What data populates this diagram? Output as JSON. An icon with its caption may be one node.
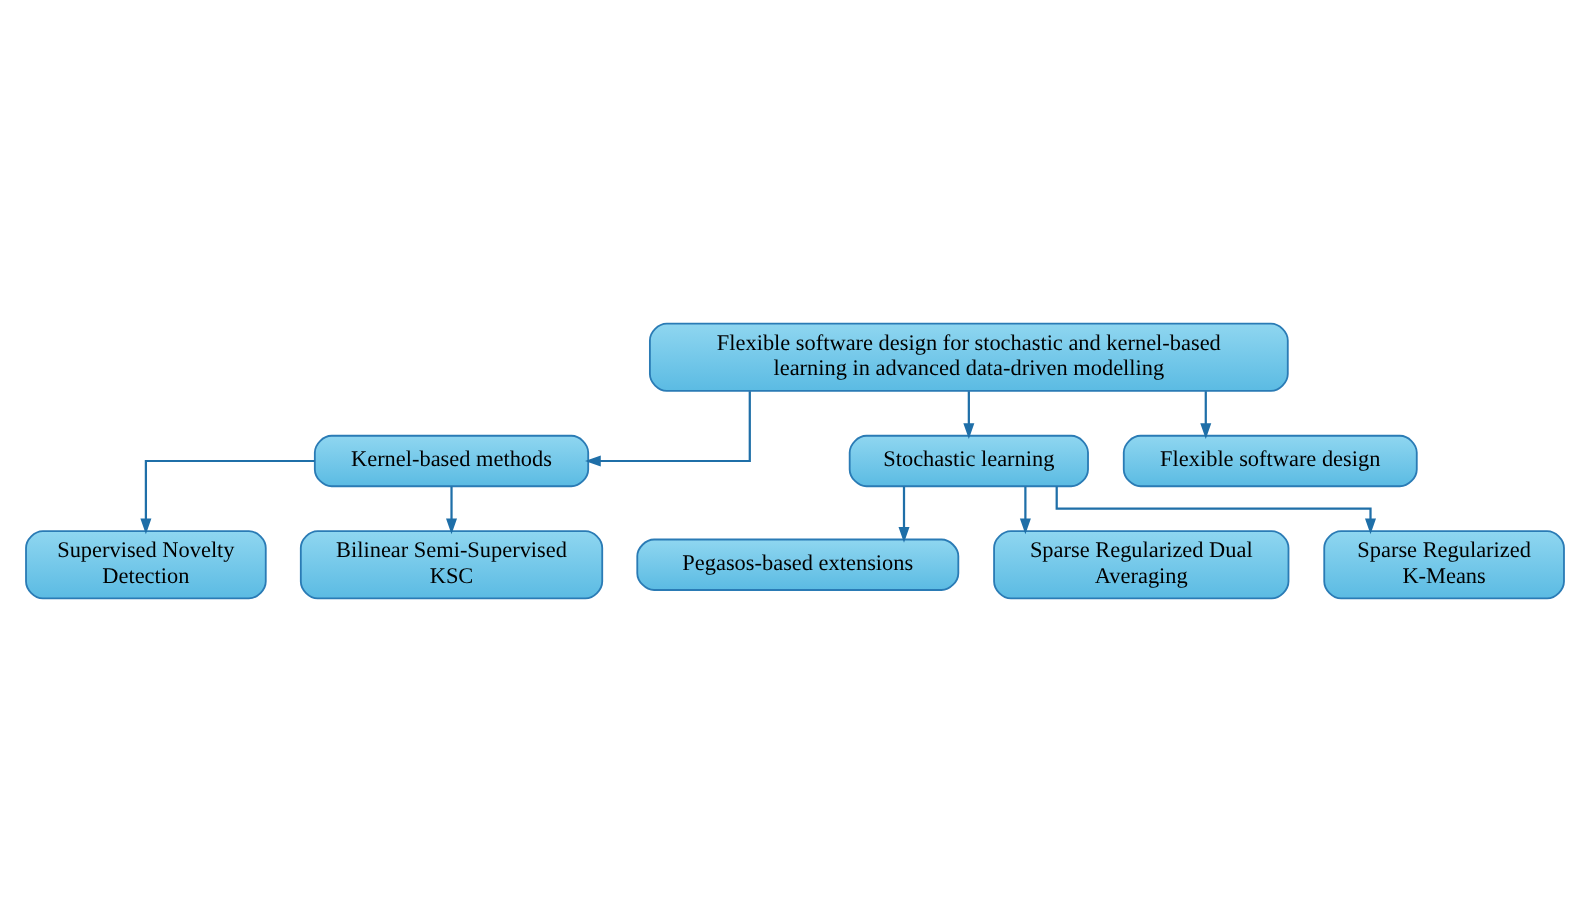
{
  "diagram": {
    "nodes": [
      {
        "text": [
          "Flexible software design for stochastic and kernel-based learning in advanced data-driven modelling"
        ]
      },
      {
        "text": [
          "Kernel-based methods"
        ]
      },
      {
        "text": [
          "Stochastic learning"
        ]
      },
      {
        "text": [
          "Flexible software design"
        ]
      },
      {
        "text": [
          "Supervised Novelty Detection"
        ]
      },
      {
        "text": [
          "Bilinear Semi-Supervised KSC"
        ]
      },
      {
        "text": [
          "Pegasos-based extensions"
        ]
      },
      {
        "text": [
          "Sparse Regularized Dual Averaging"
        ]
      },
      {
        "text": [
          "Sparse Regularized K-Means"
        ]
      }
    ],
    "edges": [
      {
        "from": 0,
        "to": 1,
        "arrow": "to"
      },
      {
        "from": 0,
        "to": 2,
        "arrow": "to"
      },
      {
        "from": 0,
        "to": 3,
        "arrow": "to"
      },
      {
        "from": 1,
        "to": 4,
        "arrow": "to"
      },
      {
        "from": 1,
        "to": 5,
        "arrow": "to"
      },
      {
        "from": 2,
        "to": 6,
        "arrow": "to"
      },
      {
        "from": 2,
        "to": 7,
        "arrow": "to"
      },
      {
        "from": 2,
        "to": 8,
        "arrow": "to"
      }
    ]
  }
}
